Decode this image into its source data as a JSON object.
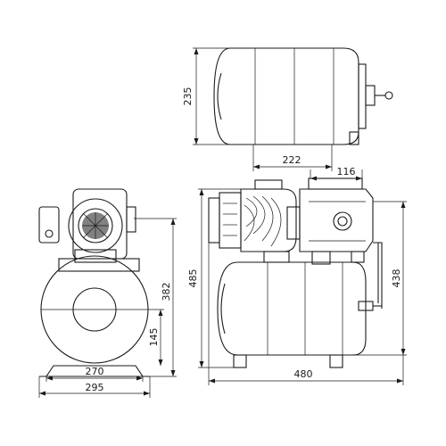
{
  "dimensions": {
    "top_height": "235",
    "top_width": "222",
    "side_offset": "116",
    "front_height_total": "382",
    "front_height_axis": "145",
    "front_base": "270",
    "front_width": "295",
    "side_total_height": "485",
    "side_height_right": "438",
    "side_length": "480"
  }
}
